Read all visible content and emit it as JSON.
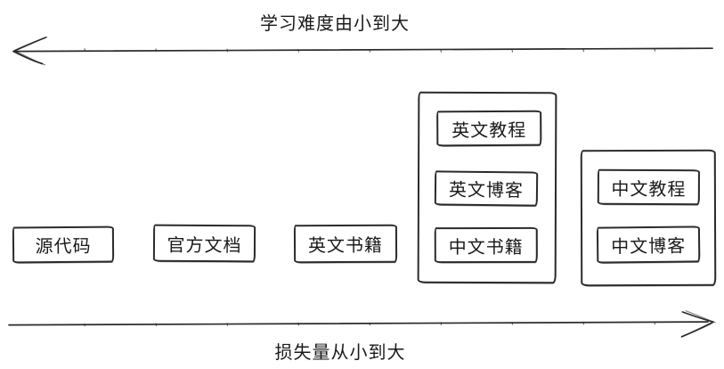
{
  "diagram": {
    "top_axis": {
      "label": "学习难度由小到大",
      "arrow_direction": "left"
    },
    "bottom_axis": {
      "label": "损失量从小到大",
      "arrow_direction": "right"
    },
    "standalone_nodes": [
      {
        "label": "源代码"
      },
      {
        "label": "官方文档"
      },
      {
        "label": "英文书籍"
      }
    ],
    "group1_nodes": [
      {
        "label": "英文教程"
      },
      {
        "label": "英文博客"
      },
      {
        "label": "中文书籍"
      }
    ],
    "group2_nodes": [
      {
        "label": "中文教程"
      },
      {
        "label": "中文博客"
      }
    ],
    "colors": {
      "stroke": "#2a2a2a",
      "text": "#1a1a1a",
      "background": "#ffffff"
    }
  }
}
